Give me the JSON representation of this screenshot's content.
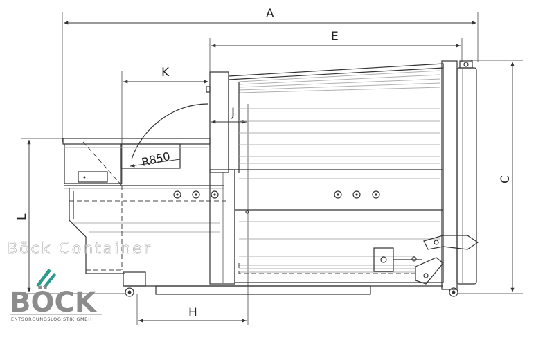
{
  "dimensions": {
    "a": "A",
    "e": "E",
    "k": "K",
    "j": "J",
    "c": "C",
    "l": "L",
    "h": "H",
    "radius": "R850"
  },
  "watermark": "Böck Container",
  "logo": {
    "name": "BÖCK",
    "subtitle": "ENTSORGUNGSLOGISTIK GMBH",
    "accent_color": "#2a9a8a",
    "text_color": "#8c8c8c"
  },
  "colors": {
    "line": "#333333",
    "shading": "#b0b0b0"
  }
}
